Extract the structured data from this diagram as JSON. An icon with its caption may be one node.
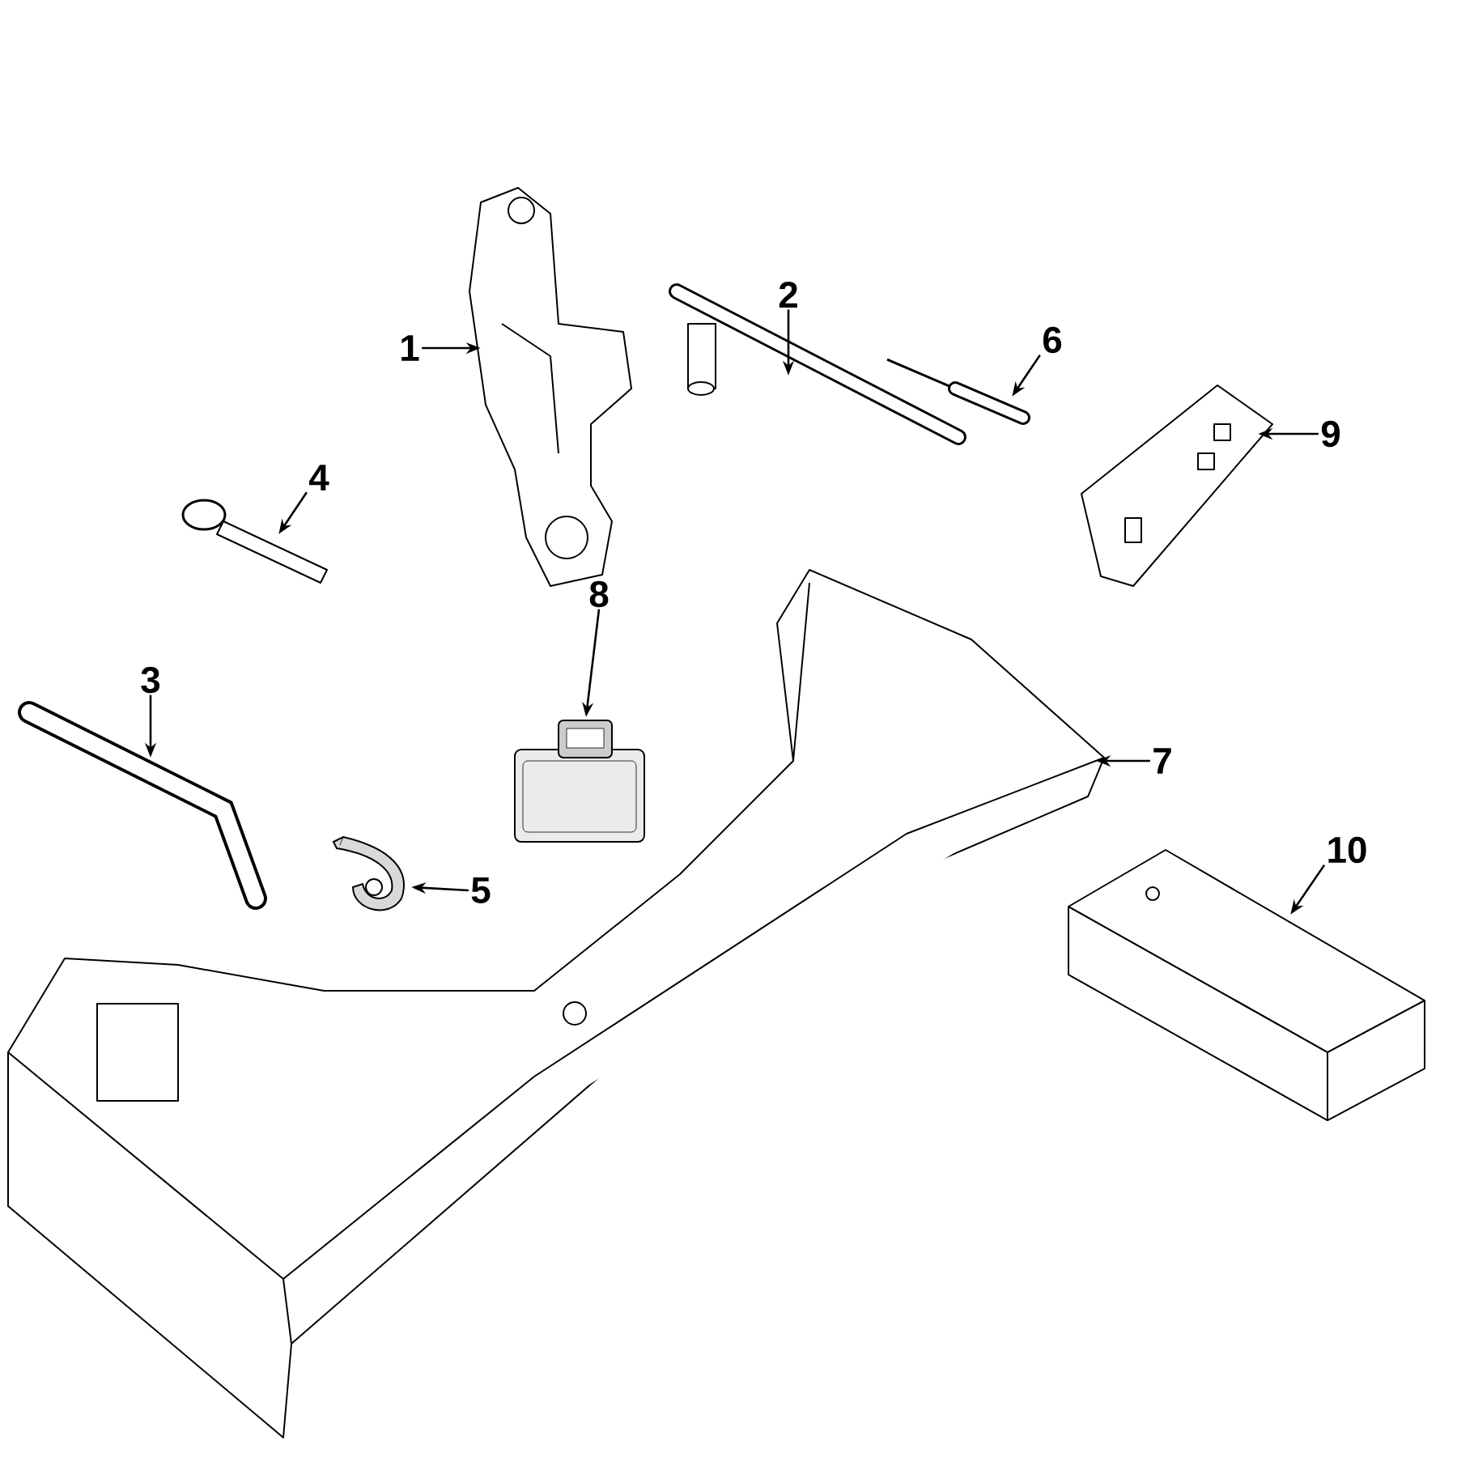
{
  "diagram": {
    "nodes": [
      {
        "text": [
          "1"
        ]
      },
      {
        "text": [
          "2"
        ]
      },
      {
        "text": [
          "3"
        ]
      },
      {
        "text": [
          "4"
        ]
      },
      {
        "text": [
          "5"
        ]
      },
      {
        "text": [
          "6"
        ]
      },
      {
        "text": [
          "7"
        ]
      },
      {
        "text": [
          "8"
        ]
      },
      {
        "text": [
          "9"
        ]
      },
      {
        "text": [
          "10"
        ]
      },
      {
        "text": [],
        "shape": "picture"
      },
      {
        "text": [],
        "shape": "picture"
      },
      {
        "text": [],
        "shape": "picture"
      },
      {
        "text": [],
        "shape": "picture"
      },
      {
        "text": [],
        "shape": "picture"
      },
      {
        "text": [],
        "shape": "picture"
      },
      {
        "text": [],
        "shape": "picture"
      },
      {
        "text": [],
        "shape": "picture"
      },
      {
        "text": [],
        "shape": "picture"
      },
      {
        "text": [],
        "shape": "picture"
      }
    ],
    "edges": [
      {
        "from": 0,
        "to": 10,
        "arrow": "to"
      },
      {
        "from": 1,
        "to": 11,
        "arrow": "to"
      },
      {
        "from": 2,
        "to": 12,
        "arrow": "to"
      },
      {
        "from": 3,
        "to": 13,
        "arrow": "to"
      },
      {
        "from": 4,
        "to": 14,
        "arrow": "to"
      },
      {
        "from": 5,
        "to": 15,
        "arrow": "to"
      },
      {
        "from": 6,
        "to": 16,
        "arrow": "to"
      },
      {
        "from": 7,
        "to": 17,
        "arrow": "to"
      },
      {
        "from": 8,
        "to": 18,
        "arrow": "to"
      },
      {
        "from": 9,
        "to": 19,
        "arrow": "to"
      }
    ]
  }
}
